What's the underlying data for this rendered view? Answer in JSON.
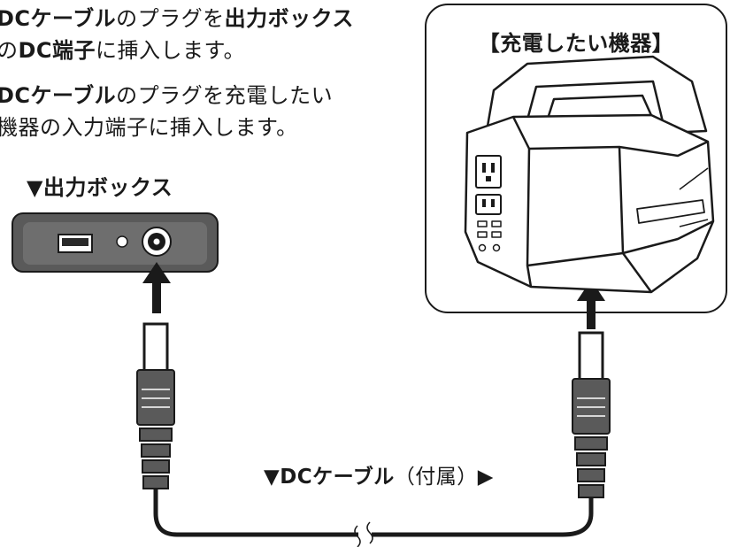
{
  "instructions": {
    "line1": {
      "p1": "DCケーブル",
      "p2": "のプラグを",
      "p3": "出力ボックス"
    },
    "line2": {
      "p1": "の",
      "p2": "DC端子",
      "p3": "に挿入します。"
    },
    "line3": {
      "p1": "DCケーブル",
      "p2": "のプラグを充電したい"
    },
    "line4": {
      "p1": "機器の入力端子に挿入します。"
    }
  },
  "output_box": {
    "label": "▼出力ボックス"
  },
  "device": {
    "title": "【充電したい機器】"
  },
  "cable": {
    "label_main": "▼DCケーブル",
    "label_note": "（付属）",
    "label_arrow": "▶"
  }
}
